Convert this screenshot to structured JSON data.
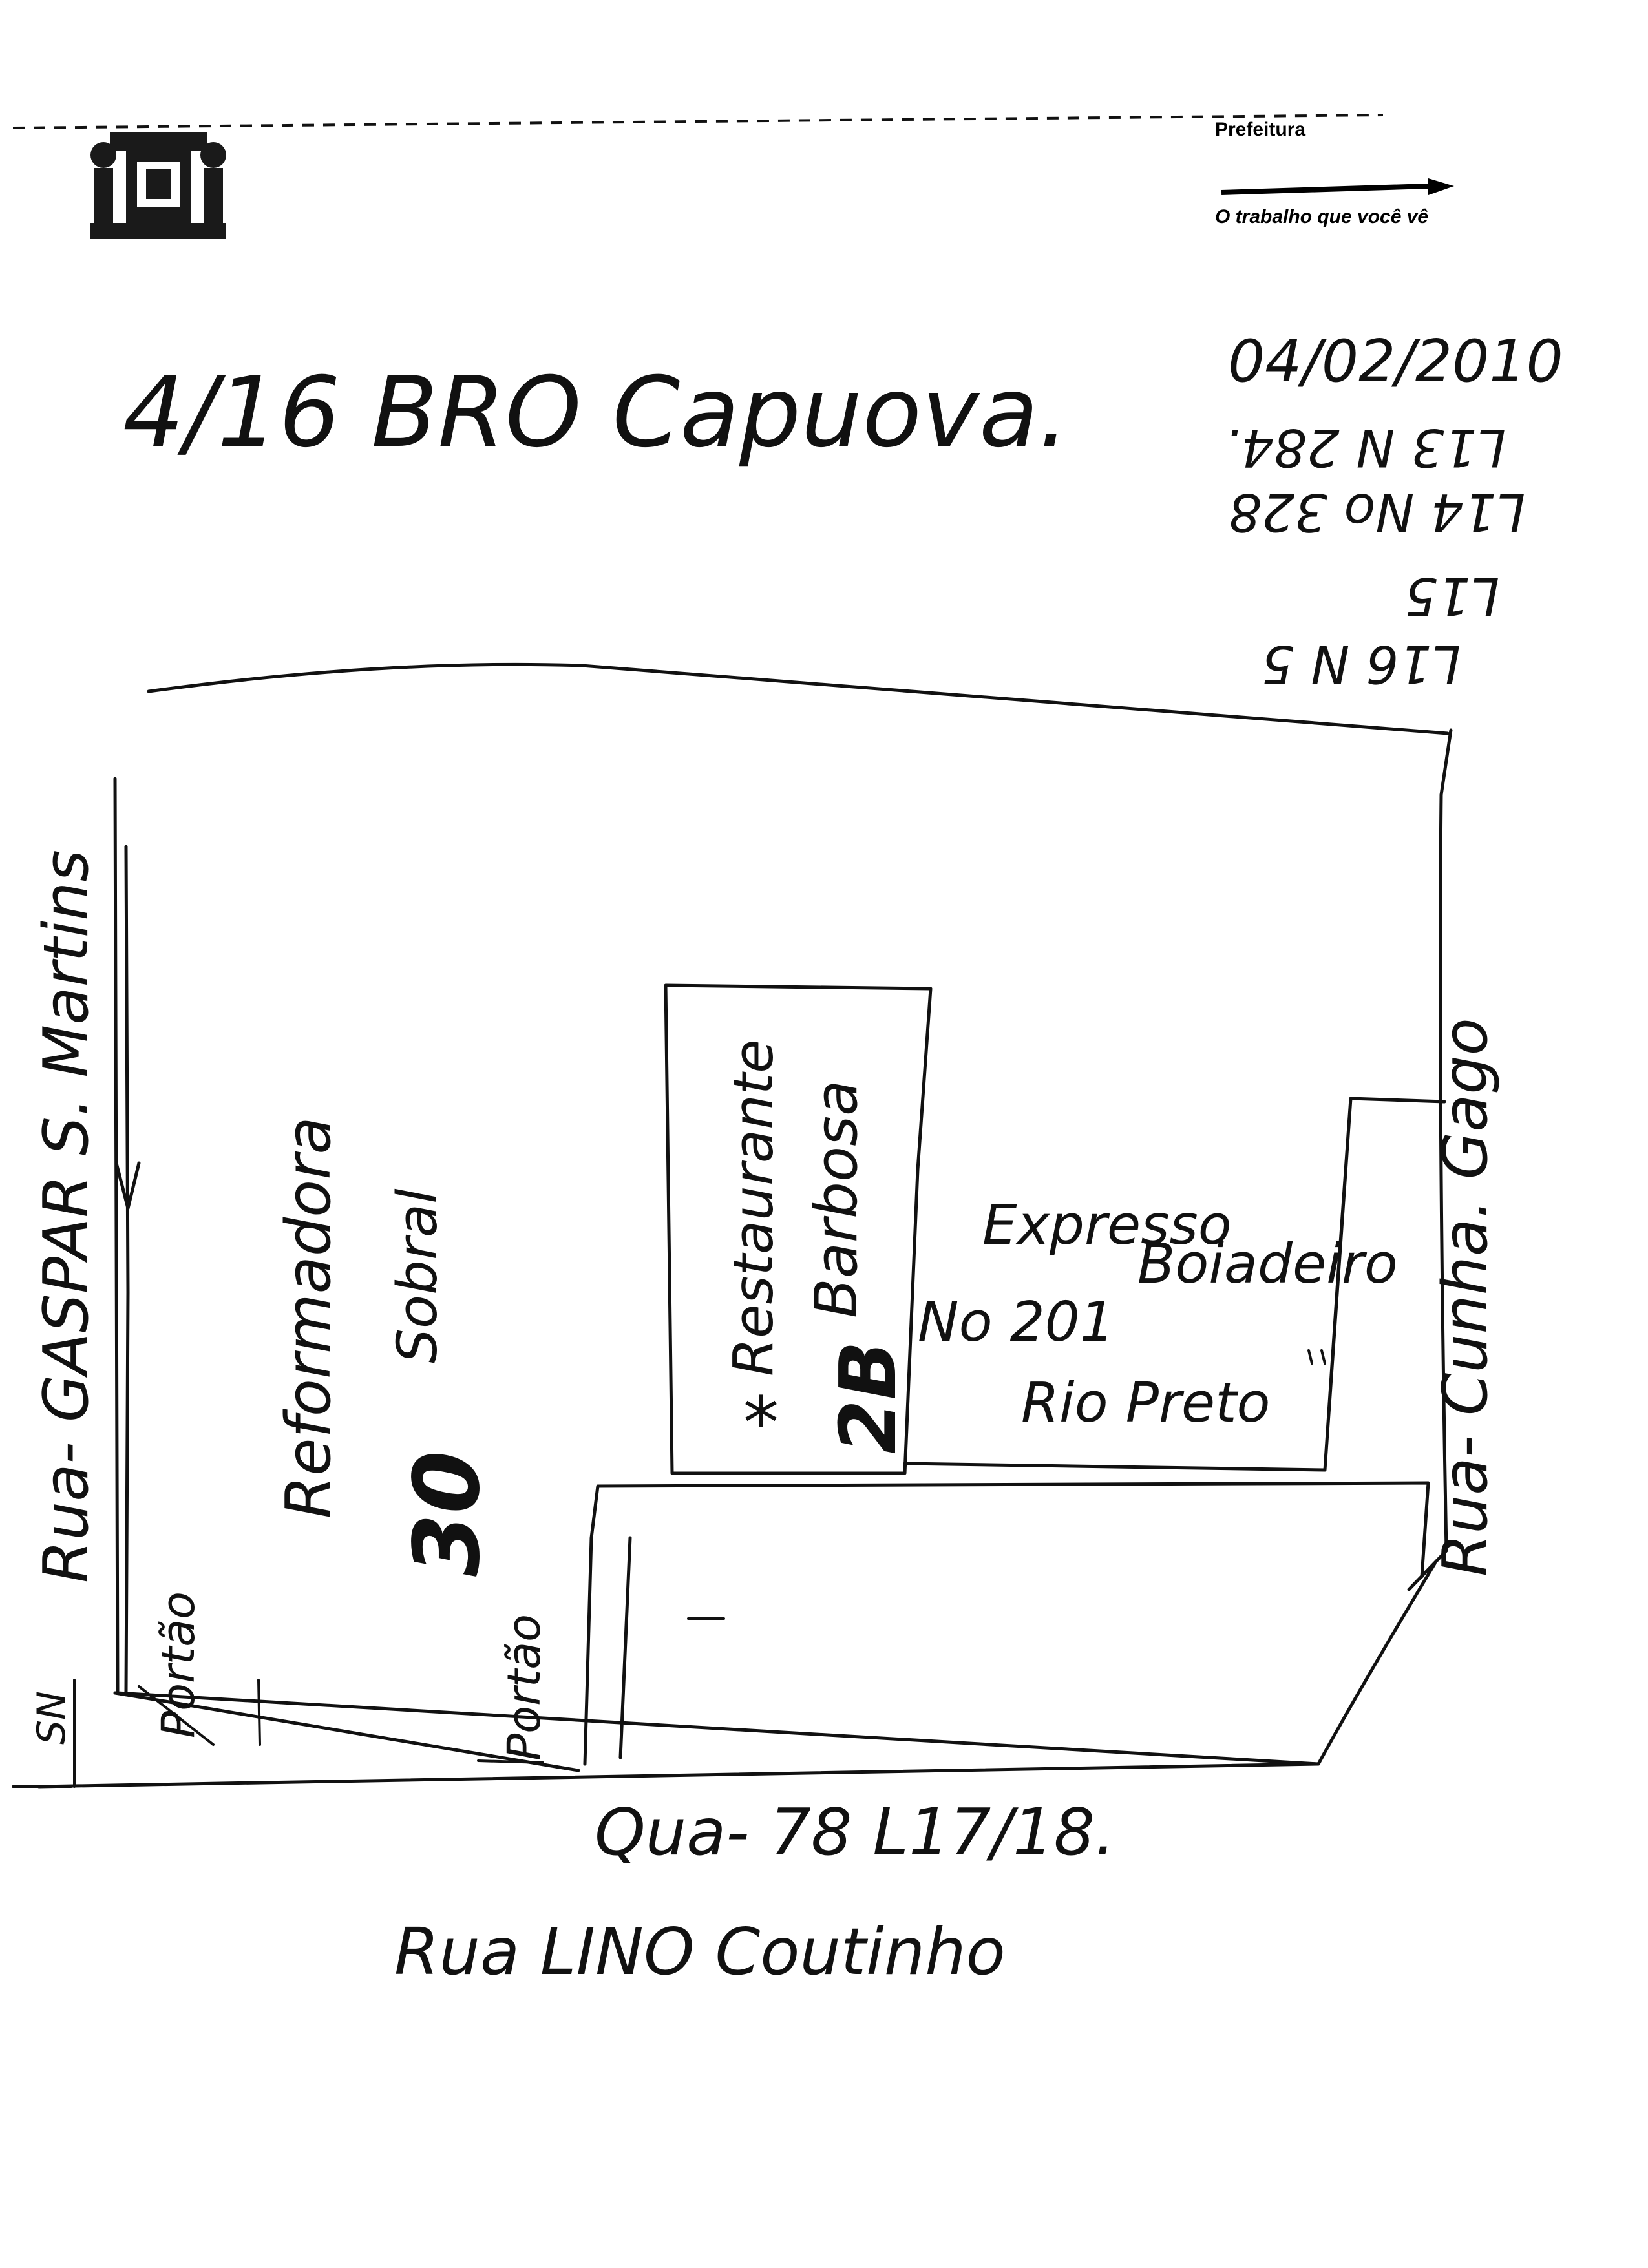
{
  "header": {
    "brand": "Prefeitura",
    "slogan": "O trabalho que você vê",
    "logo": "municipal-coat-of-arms"
  },
  "title": "4/16 BRO Capuova.",
  "date": "04/02/2010",
  "lot_notes": [
    "L13 N 284.",
    "L14 No 328",
    "L15",
    "L16 N 5"
  ],
  "streets": {
    "left": "Rua- GASPAR S. Martins",
    "right": "Rua- Cunha. Gago",
    "bottom": "Rua LINO Coutinho"
  },
  "block_note": "Qua- 78 L17/18.",
  "areas": {
    "left_building": "Reformadora",
    "left_sub": "Sobral",
    "left_number": "30",
    "restaurant_1": "Restaurante",
    "restaurant_2": "Barbosa",
    "restaurant_number": "2B",
    "restaurant_marker": "*",
    "express_1": "Expresso",
    "express_2": "Boiadeiro",
    "express_number": "No 201",
    "express_city": "Rio Preto"
  },
  "gates": [
    "Portão",
    "Portão"
  ],
  "margin_mark": "SN"
}
